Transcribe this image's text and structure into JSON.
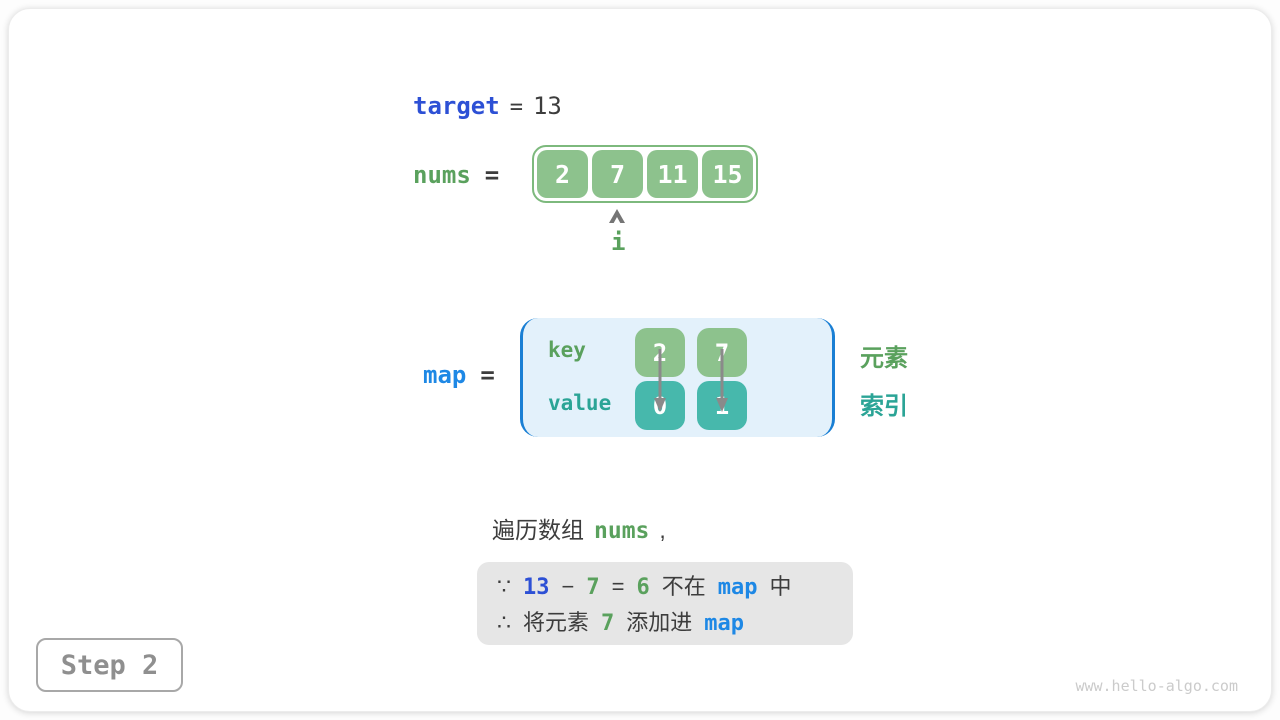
{
  "colors": {
    "blue": "#2d50d5",
    "azure": "#1e88e5",
    "green": "#5aa15d",
    "teal": "#2ba496",
    "green-fill": "#8dc28d",
    "green-border": "#7db97d",
    "teal-fill": "#47b8ac",
    "dark": "#3d3d3d",
    "arrow-gray": "#8a8a8a",
    "caret-gray": "#757575",
    "map-bg": "#e3f1fb",
    "map-border": "#1a7fd4",
    "note-bg": "#e6e6e6",
    "step-text": "#8f8f8f",
    "watermark": "#cbcbcb"
  },
  "target_line": {
    "name": "target",
    "op": "=",
    "value": "13"
  },
  "nums_line": {
    "name": "nums",
    "op": "="
  },
  "nums_array": {
    "cells": [
      "2",
      "7",
      "11",
      "15"
    ],
    "pointer": {
      "label": "i",
      "index": 1
    }
  },
  "map_line": {
    "name": "map",
    "op": "="
  },
  "map_box": {
    "key_label": "key",
    "value_label": "value",
    "keys": [
      "2",
      "7"
    ],
    "values": [
      "0",
      "1"
    ]
  },
  "legend": {
    "element": "元素",
    "index": "索引"
  },
  "caption": {
    "text": "遍历数组",
    "code": "nums",
    "comma": ","
  },
  "note": {
    "line1": {
      "because": "∵",
      "n1": "13",
      "minus": "−",
      "n2": "7",
      "eq": "=",
      "n3": "6",
      "t1": "不在",
      "code": "map",
      "t2": "中"
    },
    "line2": {
      "therefore": "∴",
      "t1": "将元素",
      "n1": "7",
      "t2": "添加进",
      "code": "map"
    }
  },
  "step_badge": "Step 2",
  "watermark": "www.hello-algo.com"
}
